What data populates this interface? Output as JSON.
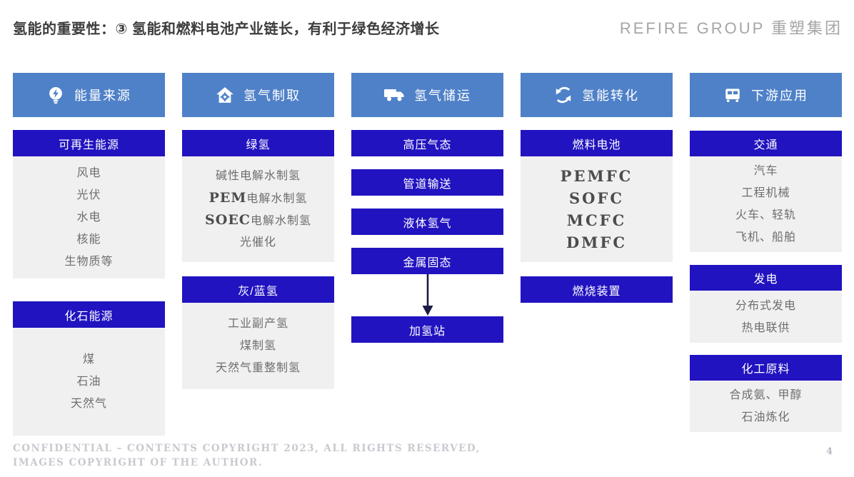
{
  "header": {
    "title": "氢能的重要性：③ 氢能和燃料电池产业链长，有利于绿色经济增长",
    "logo": "REFIRE GROUP 重塑集团"
  },
  "footer": {
    "line1": "CONFIDENTIAL – CONTENTS COPYRIGHT 2023, ALL RIGHTS RESERVED,",
    "line2": "IMAGES COPYRIGHT OF THE AUTHOR.",
    "page_number": "4"
  },
  "colors": {
    "column_header_blue": "#4f81c8",
    "section_header_indigo": "#2113c0",
    "body_gray": "#f0f0f1",
    "arrow_navy": "#1b1b44"
  },
  "icons": [
    "bulb-flash-icon",
    "house-gear-icon",
    "truck-icon",
    "recycle-icon",
    "bus-icon"
  ],
  "columns": {
    "energy": {
      "header": "能量来源",
      "renewable": {
        "title": "可再生能源",
        "items": [
          "风电",
          "光伏",
          "水电",
          "核能",
          "生物质等"
        ]
      },
      "fossil": {
        "title": "化石能源",
        "items": [
          "煤",
          "石油",
          "天然气"
        ]
      }
    },
    "production": {
      "header": "氢气制取",
      "green": {
        "title": "绿氢",
        "items": [
          {
            "en": "",
            "zh": "碱性电解水制氢"
          },
          {
            "en": "PEM",
            "zh": "电解水制氢"
          },
          {
            "en": "SOEC",
            "zh": "电解水制氢"
          },
          {
            "en": "",
            "zh": "光催化"
          }
        ]
      },
      "grey": {
        "title": "灰/蓝氢",
        "items": [
          "工业副产氢",
          "煤制氢",
          "天然气重整制氢"
        ]
      }
    },
    "storage": {
      "header": "氢气储运",
      "boxes": [
        "高压气态",
        "管道输送",
        "液体氢气",
        "金属固态"
      ],
      "station": "加氢站"
    },
    "conversion": {
      "header": "氢能转化",
      "fuelcell": {
        "title": "燃料电池",
        "items": [
          "PEMFC",
          "SOFC",
          "MCFC",
          "DMFC"
        ]
      },
      "burner": "燃烧装置"
    },
    "application": {
      "header": "下游应用",
      "transport": {
        "title": "交通",
        "items": [
          "汽车",
          "工程机械",
          "火车、轻轨",
          "飞机、船舶"
        ]
      },
      "power": {
        "title": "发电",
        "items": [
          "分布式发电",
          "热电联供"
        ]
      },
      "chemical": {
        "title": "化工原料",
        "items": [
          "合成氨、甲醇",
          "石油炼化"
        ]
      }
    }
  }
}
